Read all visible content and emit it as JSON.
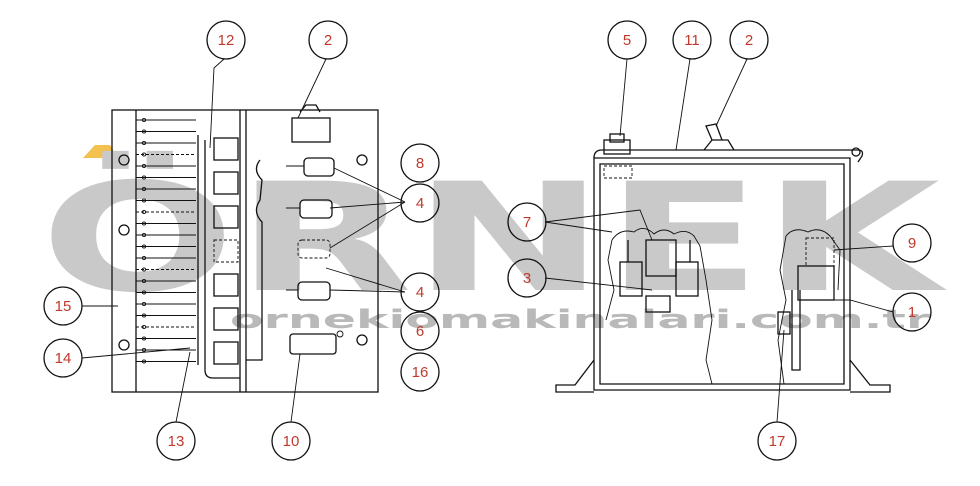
{
  "watermark": {
    "main": "ÖRNEK",
    "sub": "ornekiomakinalari.com.tr",
    "accent_color": "#f2c14e",
    "text_color": "#c9c9c9"
  },
  "callouts": [
    {
      "id": "c12",
      "label": "12"
    },
    {
      "id": "c2a",
      "label": "2"
    },
    {
      "id": "c8",
      "label": "8"
    },
    {
      "id": "c4a",
      "label": "4"
    },
    {
      "id": "c4b",
      "label": "4"
    },
    {
      "id": "c6",
      "label": "6"
    },
    {
      "id": "c16",
      "label": "16"
    },
    {
      "id": "c15",
      "label": "15"
    },
    {
      "id": "c14",
      "label": "14"
    },
    {
      "id": "c13",
      "label": "13"
    },
    {
      "id": "c10",
      "label": "10"
    },
    {
      "id": "c5",
      "label": "5"
    },
    {
      "id": "c11",
      "label": "11"
    },
    {
      "id": "c2b",
      "label": "2"
    },
    {
      "id": "c7",
      "label": "7"
    },
    {
      "id": "c9",
      "label": "9"
    },
    {
      "id": "c3",
      "label": "3"
    },
    {
      "id": "c1",
      "label": "1"
    },
    {
      "id": "c17",
      "label": "17"
    }
  ],
  "colors": {
    "callout_text": "#c0392b",
    "line": "#111111"
  }
}
